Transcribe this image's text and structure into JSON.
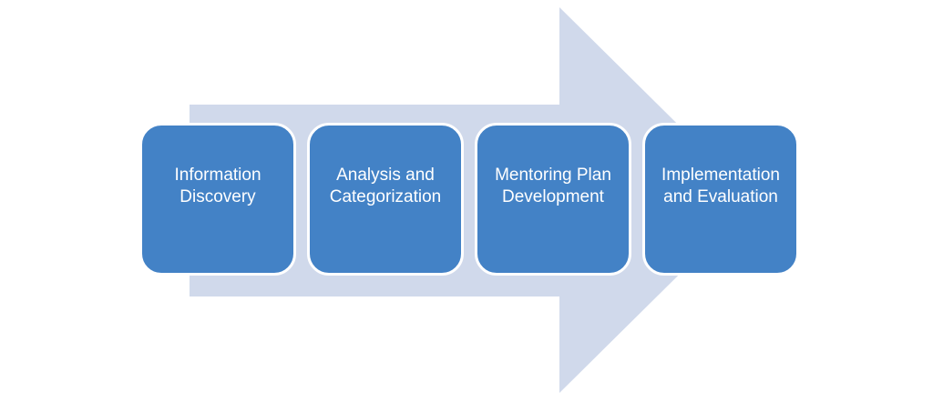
{
  "diagram": {
    "type": "process-arrow",
    "colors": {
      "arrow": "#d0d9eb",
      "box": "#4382c6",
      "box_border": "#ffffff",
      "text": "#ffffff"
    },
    "steps": [
      {
        "label": "Information\nDiscovery"
      },
      {
        "label": "Analysis and\nCategorization"
      },
      {
        "label": "Mentoring Plan\nDevelopment"
      },
      {
        "label": "Implementation\nand Evaluation"
      }
    ]
  }
}
